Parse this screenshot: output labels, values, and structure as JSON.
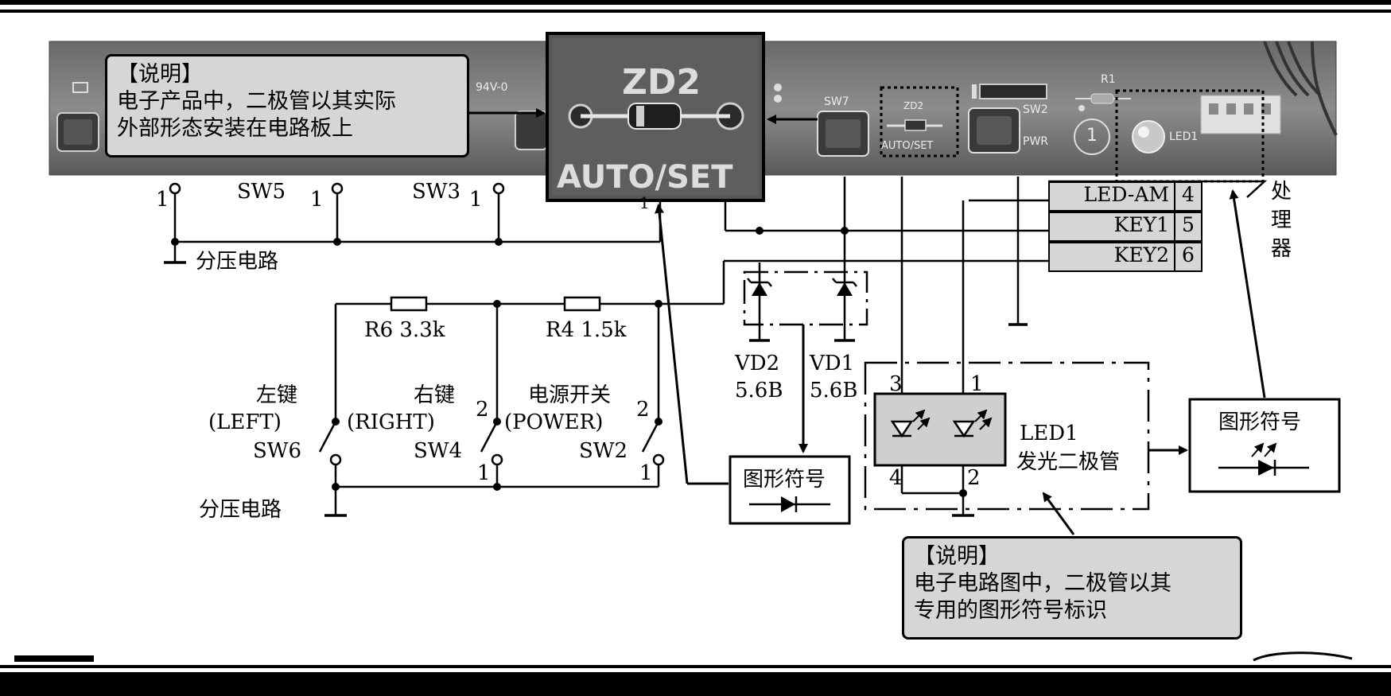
{
  "notes": {
    "top": {
      "title": "【说明】",
      "line1": "电子产品中，二极管以其实际",
      "line2": "外部形态安装在电路板上"
    },
    "bottom": {
      "title": "【说明】",
      "line1": "电子电路图中，二极管以其",
      "line2": "专用的图形符号标识"
    }
  },
  "photo": {
    "zd2_label": "ZD2",
    "autoset_label": "AUTO/SET",
    "pcb_sw7": "SW7",
    "pcb_sw2": "SW2",
    "pcb_pwr": "PWR",
    "pcb_zd2": "ZD2",
    "pcb_autoset": "AUTO/SET",
    "pcb_led1": "LED1",
    "pcb_r1": "R1",
    "pcb_board": "94V-0",
    "pcb_circle": "1"
  },
  "switches_top": {
    "sw5": "SW5",
    "sw3": "SW3",
    "pin_a": "1",
    "pin_b": "1",
    "pin_c": "1",
    "pin_d": "1",
    "divider": "分压电路"
  },
  "resistors": {
    "r6": "R6  3.3k",
    "r4": "R4  1.5k"
  },
  "switches_bottom": {
    "left_cn": "左键",
    "left_en": "(LEFT)",
    "sw6": "SW6",
    "right_cn": "右键",
    "right_en": "(RIGHT)",
    "sw4": "SW4",
    "power_cn": "电源开关",
    "power_en": "(POWER)",
    "sw2": "SW2",
    "pin2_a": "2",
    "pin2_b": "2",
    "pin1_a": "1",
    "pin1_b": "1",
    "divider": "分压电路"
  },
  "diodes": {
    "vd2": "VD2",
    "vd2_v": "5.6B",
    "vd1": "VD1",
    "vd1_v": "5.6B"
  },
  "processor": {
    "pins": [
      {
        "name": "LED-AM",
        "num": "4"
      },
      {
        "name": "KEY1",
        "num": "5"
      },
      {
        "name": "KEY2",
        "num": "6"
      }
    ],
    "label_1": "处",
    "label_2": "理",
    "label_3": "器"
  },
  "led": {
    "pin3": "3",
    "pin1": "1",
    "pin4": "4",
    "pin2": "2",
    "name": "LED1",
    "desc": "发光二极管"
  },
  "symbols": {
    "diode_title": "图形符号",
    "led_title": "图形符号"
  }
}
